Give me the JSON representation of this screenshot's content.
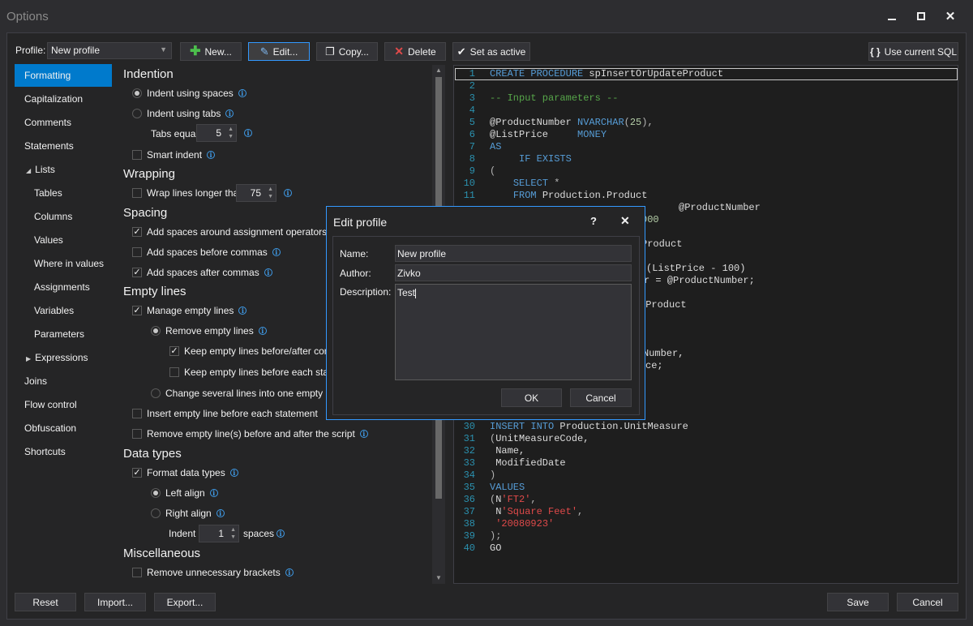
{
  "window": {
    "title": "Options",
    "minimize_icon": "minimize-icon",
    "maximize_icon": "maximize-icon",
    "close_icon": "close-icon"
  },
  "profile": {
    "label": "Profile:",
    "value": "New profile"
  },
  "toolbar": {
    "new": "New...",
    "edit": "Edit...",
    "copy": "Copy...",
    "delete": "Delete",
    "set_active": "Set as active",
    "use_current_sql": "Use current SQL"
  },
  "nav": [
    "Formatting",
    "Capitalization",
    "Comments",
    "Statements",
    "Lists",
    "Tables",
    "Columns",
    "Values",
    "Where in values",
    "Assignments",
    "Variables",
    "Parameters",
    "Expressions",
    "Joins",
    "Flow control",
    "Obfuscation",
    "Shortcuts"
  ],
  "sections": {
    "indention": "Indention",
    "wrapping": "Wrapping",
    "spacing": "Spacing",
    "empty_lines": "Empty lines",
    "data_types": "Data types",
    "misc": "Miscellaneous"
  },
  "options": {
    "indent_spaces": "Indent using spaces",
    "indent_tabs": "Indent using tabs",
    "tabs_equal": "Tabs equal",
    "tabs_equal_value": "5",
    "smart_indent": "Smart indent",
    "wrap_lines": "Wrap lines longer than",
    "wrap_value": "75",
    "spaces_assign": "Add spaces around assignment operators",
    "spaces_before_commas": "Add spaces before commas",
    "spaces_after_commas": "Add spaces after commas",
    "manage_empty": "Manage empty lines",
    "remove_empty": "Remove empty lines",
    "keep_before_after": "Keep empty lines before/after comme",
    "keep_before_each": "Keep empty lines before each statem",
    "change_several": "Change several lines into one empty line",
    "insert_empty": "Insert empty line before each statement",
    "remove_empty_script": "Remove empty line(s) before and after the script",
    "format_data_types": "Format data types",
    "left_align": "Left align",
    "right_align": "Right align",
    "indent": "Indent",
    "indent_value": "1",
    "spaces": "spaces",
    "remove_brackets": "Remove unnecessary brackets"
  },
  "footer": {
    "reset": "Reset",
    "import": "Import...",
    "export": "Export...",
    "save": "Save",
    "cancel": "Cancel"
  },
  "dialog": {
    "title": "Edit profile",
    "help": "?",
    "close": "✕",
    "name_label": "Name:",
    "name_value": "New profile",
    "author_label": "Author:",
    "author_value": "Zivko",
    "description_label": "Description:",
    "description_value": "Test",
    "ok": "OK",
    "cancel": "Cancel"
  },
  "code_lines": [
    {
      "n": "1",
      "parts": [
        [
          "kw",
          "CREATE PROCEDURE"
        ],
        [
          "tx",
          " spInsertOrUpdateProduct"
        ]
      ]
    },
    {
      "n": "2",
      "parts": []
    },
    {
      "n": "3",
      "parts": [
        [
          "cm",
          "-- Input parameters --"
        ]
      ]
    },
    {
      "n": "4",
      "parts": []
    },
    {
      "n": "5",
      "parts": [
        [
          "tx",
          "@ProductNumber "
        ],
        [
          "kw",
          "NVARCHAR"
        ],
        [
          "op",
          "("
        ],
        [
          "nm",
          "25"
        ],
        [
          "op",
          "),"
        ]
      ]
    },
    {
      "n": "6",
      "parts": [
        [
          "tx",
          "@ListPrice     "
        ],
        [
          "kw",
          "MONEY"
        ]
      ]
    },
    {
      "n": "7",
      "parts": [
        [
          "kw",
          "AS"
        ]
      ]
    },
    {
      "n": "8",
      "parts": [
        [
          "tx",
          "     "
        ],
        [
          "kw",
          "IF EXISTS"
        ]
      ]
    },
    {
      "n": "9",
      "parts": [
        [
          "op",
          "("
        ]
      ]
    },
    {
      "n": "10",
      "parts": [
        [
          "tx",
          "    "
        ],
        [
          "kw",
          "SELECT"
        ],
        [
          "op",
          " *"
        ]
      ]
    },
    {
      "n": "11",
      "parts": [
        [
          "tx",
          "    "
        ],
        [
          "kw",
          "FROM"
        ],
        [
          "tx",
          " Production.Product"
        ]
      ]
    },
    {
      "n": "30",
      "parts": [
        [
          "kw",
          "INSERT INTO"
        ],
        [
          "tx",
          " Production.UnitMeasure"
        ]
      ]
    },
    {
      "n": "31",
      "parts": [
        [
          "op",
          "("
        ],
        [
          "tx",
          "UnitMeasureCode,"
        ]
      ]
    },
    {
      "n": "32",
      "parts": [
        [
          "tx",
          " Name,"
        ]
      ]
    },
    {
      "n": "33",
      "parts": [
        [
          "tx",
          " ModifiedDate"
        ]
      ]
    },
    {
      "n": "34",
      "parts": [
        [
          "op",
          ")"
        ]
      ]
    },
    {
      "n": "35",
      "parts": [
        [
          "kw",
          "VALUES"
        ]
      ]
    },
    {
      "n": "36",
      "parts": [
        [
          "op",
          "("
        ],
        [
          "tx",
          "N"
        ],
        [
          "red",
          "'FT2'"
        ],
        [
          "op",
          ","
        ]
      ]
    },
    {
      "n": "37",
      "parts": [
        [
          "tx",
          " N"
        ],
        [
          "red",
          "'Square Feet'"
        ],
        [
          "op",
          ","
        ]
      ]
    },
    {
      "n": "38",
      "parts": [
        [
          "tx",
          " "
        ],
        [
          "red",
          "'20080923'"
        ]
      ]
    },
    {
      "n": "39",
      "parts": [
        [
          "op",
          ");"
        ]
      ]
    },
    {
      "n": "40",
      "parts": [
        [
          "tx",
          "GO"
        ]
      ]
    }
  ],
  "code_fragments": [
    {
      "text": "@ProductNumber",
      "cls": "tx"
    },
    {
      "text": "000",
      "cls": "nm"
    },
    {
      "text": "Product",
      "cls": "tx"
    },
    {
      "text": "(ListPrice - 100)",
      "cls": "tx"
    },
    {
      "text": "r = @ProductNumber;",
      "cls": "tx"
    },
    {
      "text": ".Product",
      "cls": "tx"
    },
    {
      "text": "Number,",
      "cls": "tx"
    },
    {
      "text": "ce;",
      "cls": "tx"
    }
  ]
}
